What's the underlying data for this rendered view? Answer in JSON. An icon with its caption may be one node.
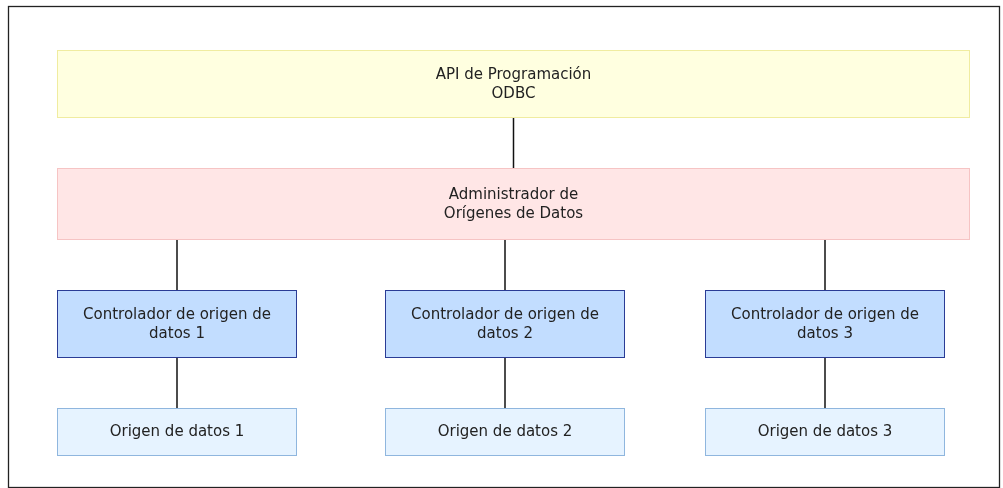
{
  "diagram": {
    "nodes": [
      {
        "text": [
          "API de Programación ODBC"
        ]
      },
      {
        "text": [
          "Administrador de Orígenes de Datos"
        ]
      },
      {
        "text": [
          "Controlador de origen de datos 1"
        ]
      },
      {
        "text": [
          "Controlador de origen de datos 2"
        ]
      },
      {
        "text": [
          "Controlador de origen de datos 3"
        ]
      },
      {
        "text": [
          "Origen de datos 1"
        ]
      },
      {
        "text": [
          "Origen de datos 2"
        ]
      },
      {
        "text": [
          "Origen de datos 3"
        ]
      }
    ],
    "edges": [
      {
        "from": 0,
        "to": 1,
        "arrow": "none"
      },
      {
        "from": 1,
        "to": 2,
        "arrow": "none"
      },
      {
        "from": 1,
        "to": 3,
        "arrow": "none"
      },
      {
        "from": 1,
        "to": 4,
        "arrow": "none"
      },
      {
        "from": 2,
        "to": 5,
        "arrow": "none"
      },
      {
        "from": 3,
        "to": 6,
        "arrow": "none"
      },
      {
        "from": 4,
        "to": 7,
        "arrow": "none"
      }
    ]
  }
}
